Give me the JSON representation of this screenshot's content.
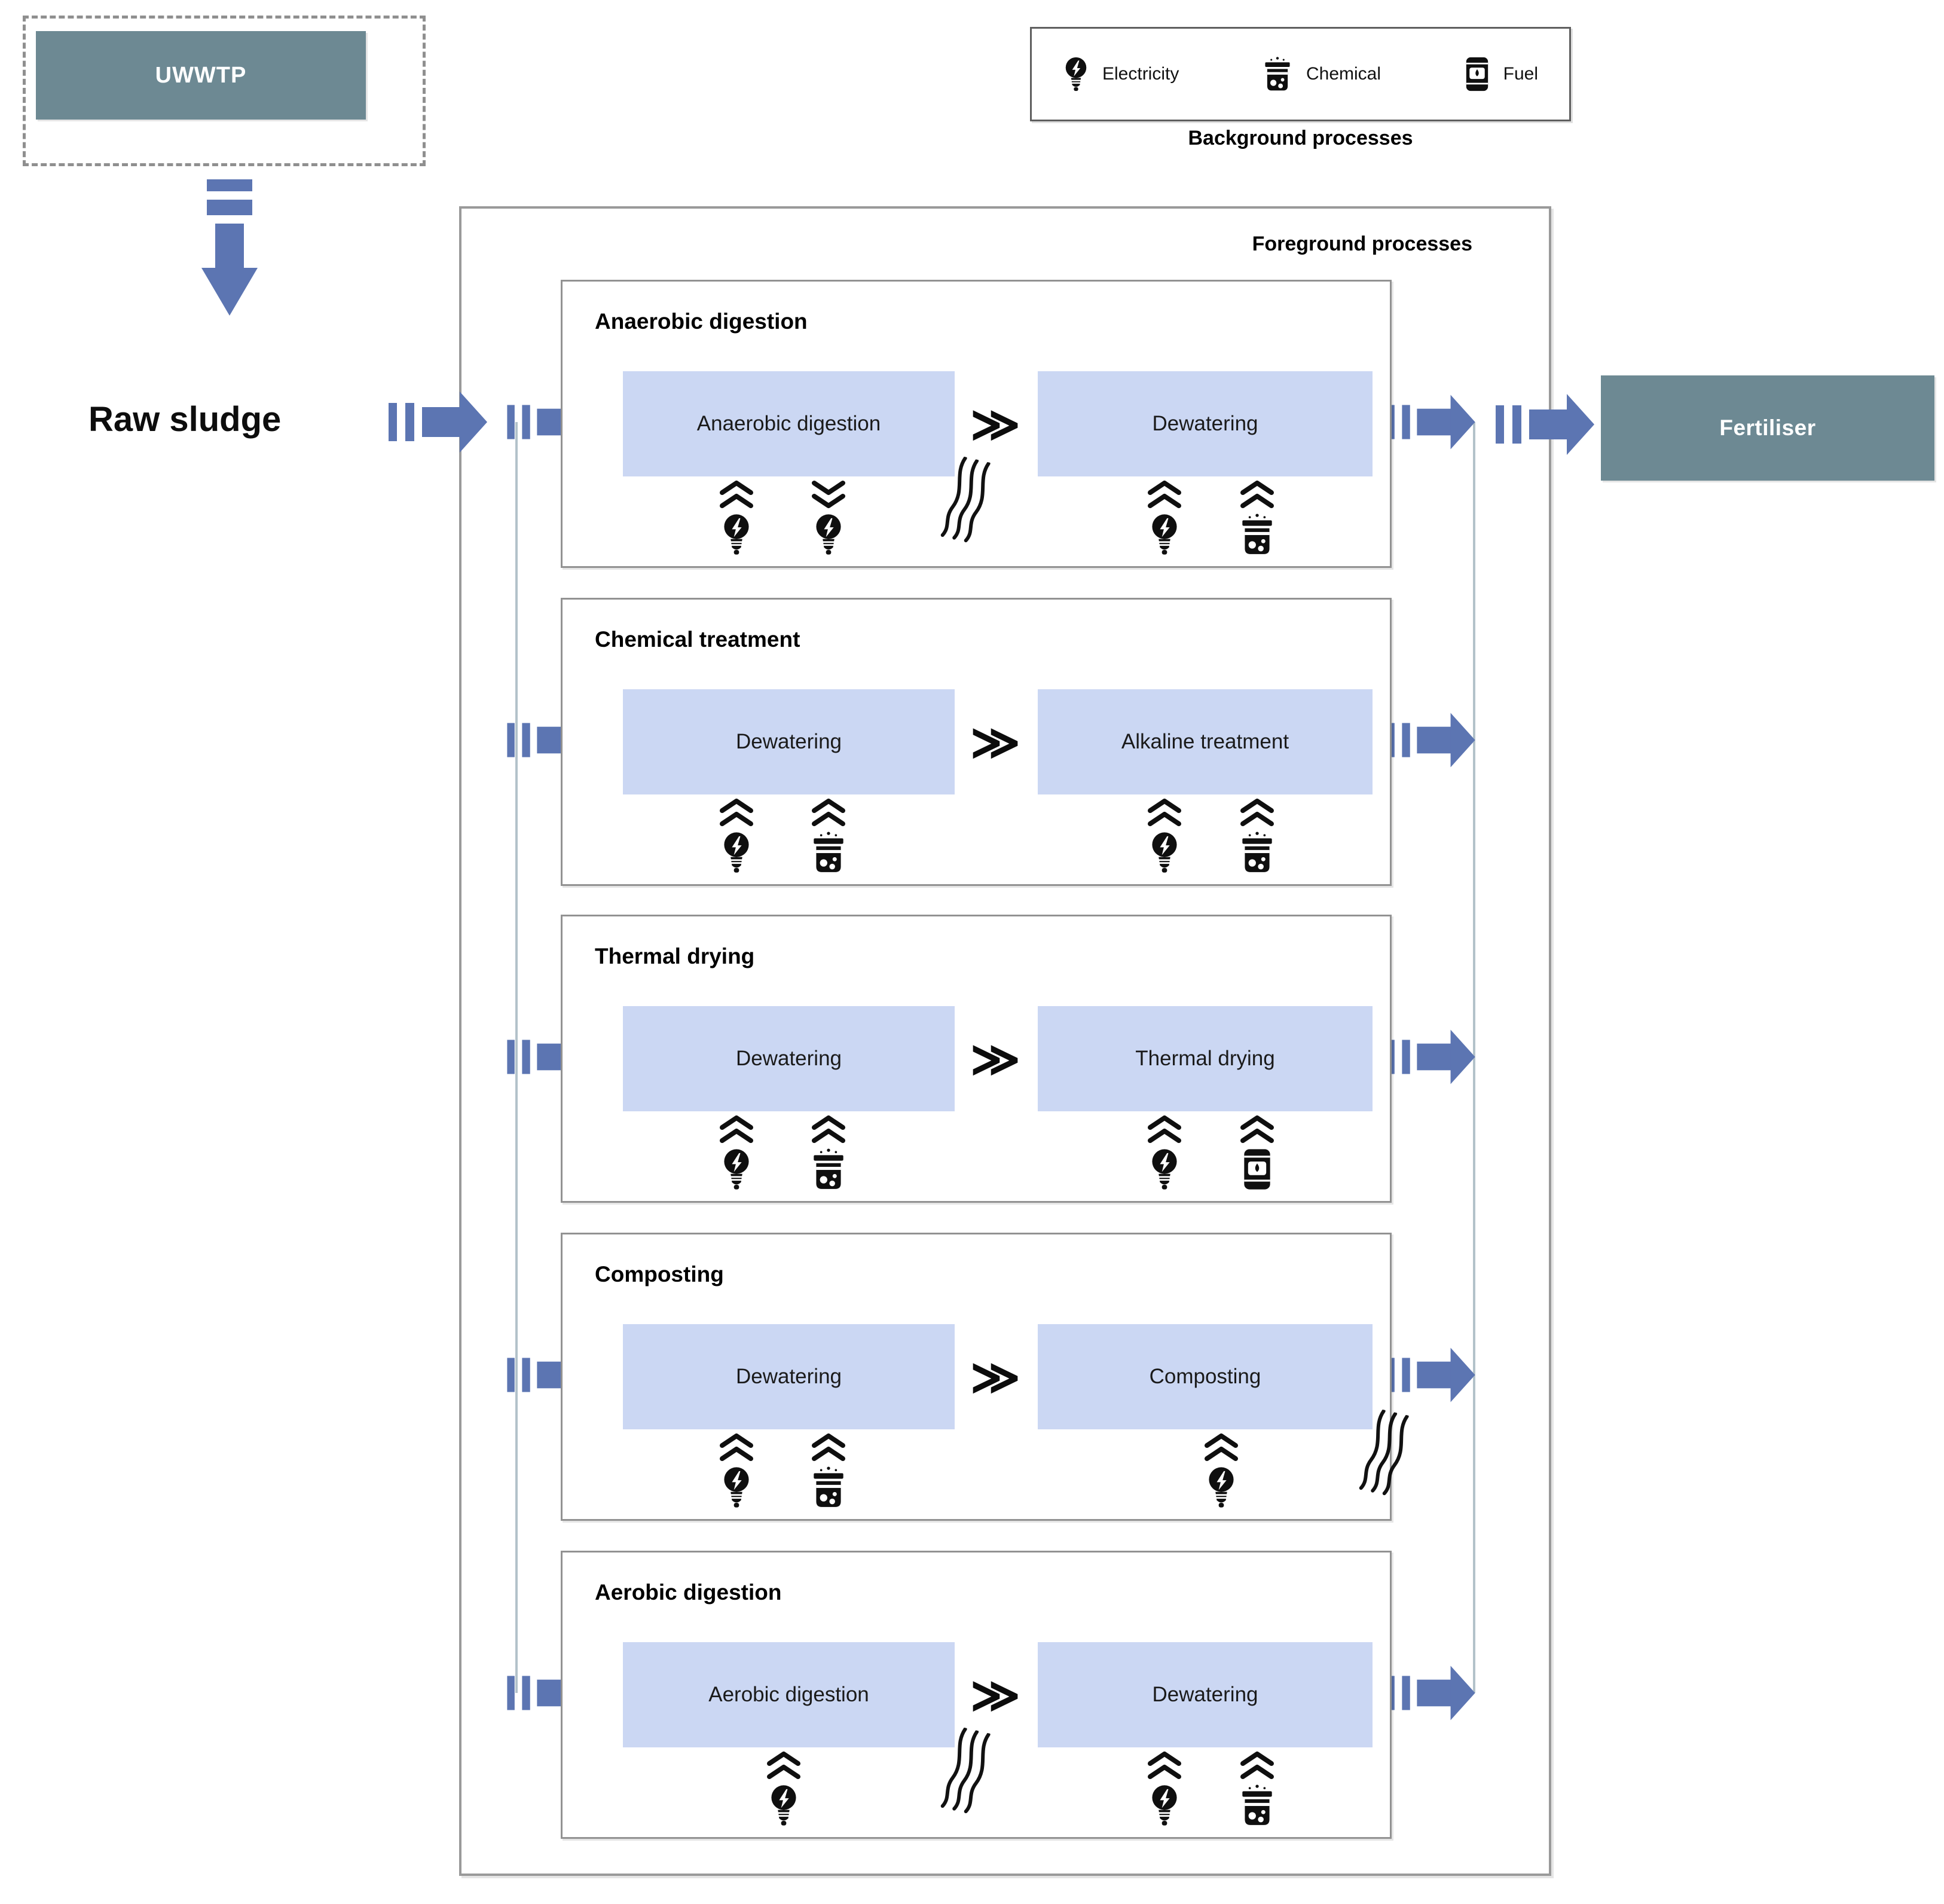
{
  "source": {
    "label": "UWWTP"
  },
  "flow": {
    "input_label": "Raw sludge",
    "output_label": "Fertiliser"
  },
  "legend": {
    "title": "Background processes",
    "items": [
      {
        "label": "Electricity",
        "icon": "electricity-icon"
      },
      {
        "label": "Chemical",
        "icon": "chemical-icon"
      },
      {
        "label": "Fuel",
        "icon": "fuel-icon"
      }
    ]
  },
  "ui": {
    "step_connector": "≫"
  },
  "foreground": {
    "title": "Foreground processes",
    "groups": [
      {
        "title": "Anaerobic digestion",
        "steps": [
          {
            "label": "Anaerobic digestion",
            "heat_emission": true,
            "background_flows": [
              {
                "resource": "Electricity",
                "direction": "input"
              },
              {
                "resource": "Electricity",
                "direction": "output"
              }
            ]
          },
          {
            "label": "Dewatering",
            "heat_emission": false,
            "background_flows": [
              {
                "resource": "Electricity",
                "direction": "input"
              },
              {
                "resource": "Chemical",
                "direction": "input"
              }
            ]
          }
        ]
      },
      {
        "title": "Chemical treatment",
        "steps": [
          {
            "label": "Dewatering",
            "heat_emission": false,
            "background_flows": [
              {
                "resource": "Electricity",
                "direction": "input"
              },
              {
                "resource": "Chemical",
                "direction": "input"
              }
            ]
          },
          {
            "label": "Alkaline treatment",
            "heat_emission": false,
            "background_flows": [
              {
                "resource": "Electricity",
                "direction": "input"
              },
              {
                "resource": "Chemical",
                "direction": "input"
              }
            ]
          }
        ]
      },
      {
        "title": "Thermal drying",
        "steps": [
          {
            "label": "Dewatering",
            "heat_emission": false,
            "background_flows": [
              {
                "resource": "Electricity",
                "direction": "input"
              },
              {
                "resource": "Chemical",
                "direction": "input"
              }
            ]
          },
          {
            "label": "Thermal drying",
            "heat_emission": false,
            "background_flows": [
              {
                "resource": "Electricity",
                "direction": "input"
              },
              {
                "resource": "Fuel",
                "direction": "input"
              }
            ]
          }
        ]
      },
      {
        "title": "Composting",
        "steps": [
          {
            "label": "Dewatering",
            "heat_emission": false,
            "background_flows": [
              {
                "resource": "Electricity",
                "direction": "input"
              },
              {
                "resource": "Chemical",
                "direction": "input"
              }
            ]
          },
          {
            "label": "Composting",
            "heat_emission": true,
            "background_flows": [
              {
                "resource": "Electricity",
                "direction": "input"
              }
            ]
          }
        ]
      },
      {
        "title": "Aerobic digestion",
        "steps": [
          {
            "label": "Aerobic digestion",
            "heat_emission": true,
            "background_flows": [
              {
                "resource": "Electricity",
                "direction": "input"
              }
            ]
          },
          {
            "label": "Dewatering",
            "heat_emission": false,
            "background_flows": [
              {
                "resource": "Electricity",
                "direction": "input"
              },
              {
                "resource": "Chemical",
                "direction": "input"
              }
            ]
          }
        ]
      }
    ]
  },
  "colors": {
    "arrow_blue": "#5c75b2",
    "terminal_box": "#6d8993",
    "process_box": "#cbd7f3",
    "box_border": "#929292",
    "thin_line": "#b3c2ca",
    "icon_black": "#0f0f0f"
  }
}
